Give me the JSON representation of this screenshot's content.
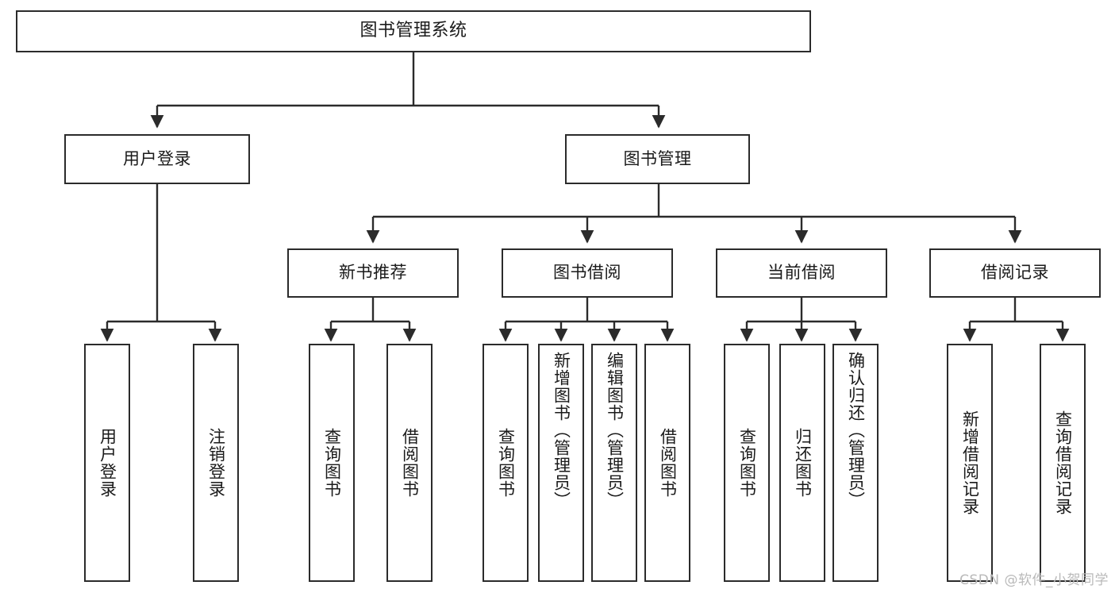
{
  "diagram": {
    "type": "tree",
    "title": "图书管理系统",
    "watermark": "CSDN @软件_小贺同学",
    "colors": {
      "box_border": "#2b2b2b",
      "box_fill": "#ffffff",
      "connector": "#2b2b2b",
      "text": "#1a1a1a",
      "watermark": "#b9b9b9",
      "canvas": "#ffffff"
    },
    "root": {
      "label": "图书管理系统"
    },
    "level2": [
      {
        "label": "用户登录"
      },
      {
        "label": "图书管理"
      }
    ],
    "level3": [
      {
        "label": "新书推荐"
      },
      {
        "label": "图书借阅"
      },
      {
        "label": "当前借阅"
      },
      {
        "label": "借阅记录"
      }
    ],
    "leaves": {
      "user_login": [
        {
          "label": "用户登录"
        },
        {
          "label": "注销登录"
        }
      ],
      "new_book_recommend": [
        {
          "label": "查询图书"
        },
        {
          "label": "借阅图书"
        }
      ],
      "book_borrow": [
        {
          "label": "查询图书"
        },
        {
          "label": "新增图书（管理员）"
        },
        {
          "label": "编辑图书（管理员）"
        },
        {
          "label": "借阅图书"
        }
      ],
      "current_borrow": [
        {
          "label": "查询图书"
        },
        {
          "label": "归还图书"
        },
        {
          "label": "确认归还（管理员）"
        }
      ],
      "borrow_record": [
        {
          "label": "新增借阅记录"
        },
        {
          "label": "查询借阅记录"
        }
      ]
    }
  }
}
